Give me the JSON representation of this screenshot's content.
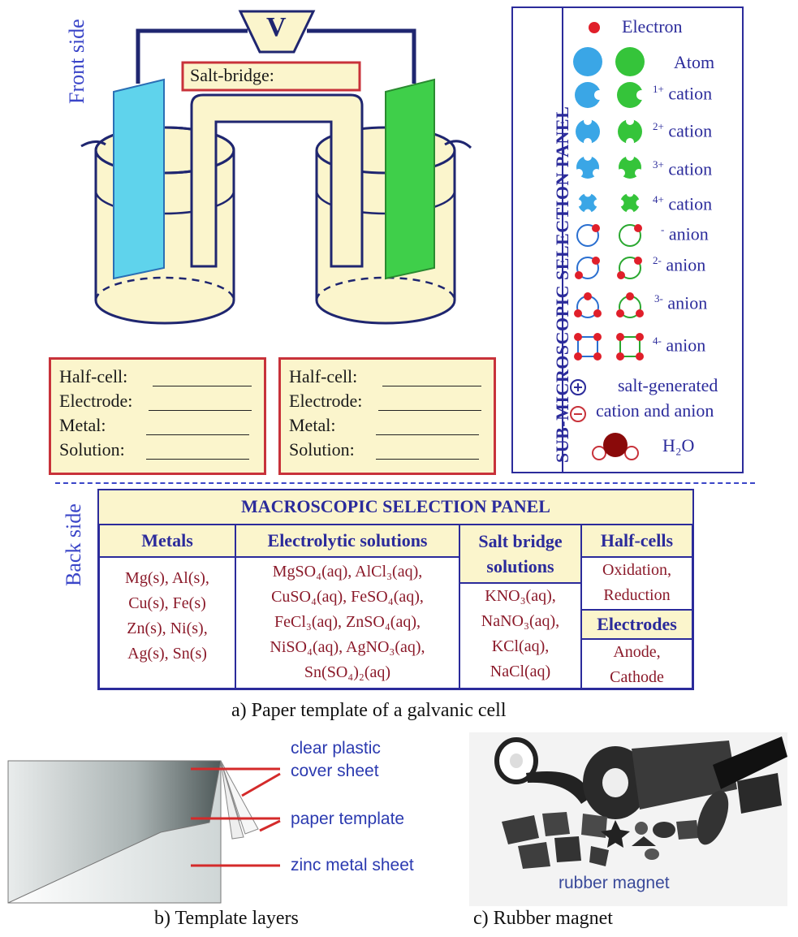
{
  "side_labels": {
    "front": "Front side",
    "back": "Back side"
  },
  "voltmeter": "V",
  "salt_bridge_label": "Salt-bridge:",
  "half_cell_boxes": [
    {
      "rows": [
        "Half-cell:",
        "Electrode:",
        "Metal:",
        "Solution:"
      ]
    },
    {
      "rows": [
        "Half-cell:",
        "Electrode:",
        "Metal:",
        "Solution:"
      ]
    }
  ],
  "sub_panel": {
    "title": "SUB-MICROSCOPIC SELECTION PANEL",
    "items": {
      "electron": "Electron",
      "atom": "Atom",
      "cation1_sup": "1+",
      "cation1": "cation",
      "cation2_sup": "2+",
      "cation2": "cation",
      "cation3_sup": "3+",
      "cation3": "cation",
      "cation4_sup": "4+",
      "cation4": "cation",
      "anion1_sup": "-",
      "anion1": "anion",
      "anion2_sup": "2-",
      "anion2": "anion",
      "anion3_sup": "3-",
      "anion3": "anion",
      "anion4_sup": "4-",
      "anion4": "anion",
      "salt_line1": "salt-generated",
      "salt_line2": "cation and anion",
      "water": "H₂O"
    },
    "colors": {
      "left": "#3aa6e6",
      "right": "#35c43a",
      "electron": "#e01f2a",
      "border": "#2b2b9b"
    }
  },
  "macro_panel": {
    "title": "MACROSCOPIC SELECTION PANEL",
    "metals_header": "Metals",
    "metals": [
      "Mg(s), Al(s),",
      "Cu(s), Fe(s)",
      "Zn(s), Ni(s),",
      "Ag(s), Sn(s)"
    ],
    "electrolytes_header": "Electrolytic solutions",
    "electrolytes": [
      "MgSO₄(aq), AlCl₃(aq),",
      "CuSO₄(aq), FeSO₄(aq),",
      "FeCl₃(aq), ZnSO₄(aq),",
      "NiSO₄(aq), AgNO₃(aq),",
      "Sn(SO₄)₂(aq)"
    ],
    "salt_header_1": "Salt bridge",
    "salt_header_2": "solutions",
    "salt_solutions": [
      "KNO₃(aq),",
      "NaNO₃(aq),",
      "KCl(aq),",
      "NaCl(aq)"
    ],
    "halfcells_header": "Half-cells",
    "halfcells": [
      "Oxidation,",
      "Reduction"
    ],
    "electrodes_header": "Electrodes",
    "electrodes": [
      "Anode,",
      "Cathode"
    ]
  },
  "captions": {
    "a": "a) Paper template of a galvanic cell",
    "b": "b)  Template layers",
    "c": "c) Rubber magnet"
  },
  "layers": {
    "clear_plastic": "clear plastic",
    "cover_sheet": "cover sheet",
    "paper_template": "paper template",
    "zinc_sheet": "zinc metal sheet"
  },
  "magnet_label": "rubber magnet"
}
